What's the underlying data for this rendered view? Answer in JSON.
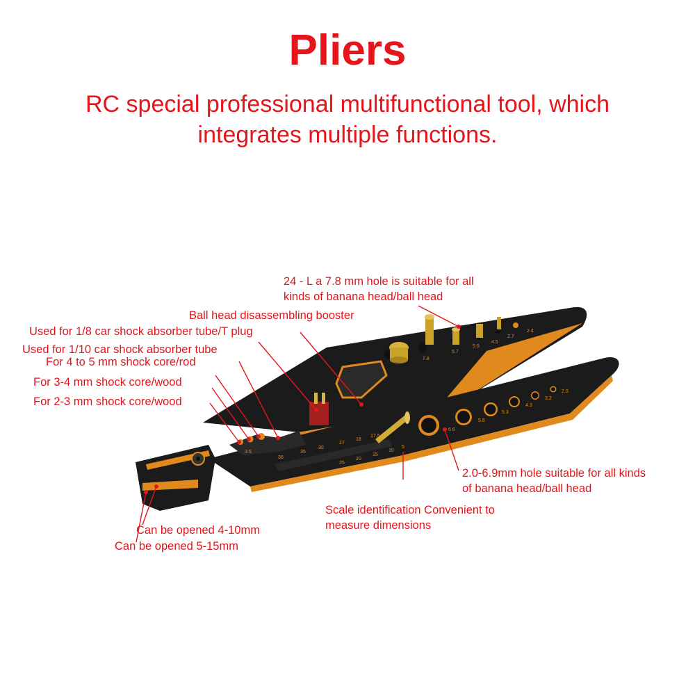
{
  "heading": {
    "title": "Pliers",
    "subtitle": "RC special professional multifunctional tool, which integrates multiple functions."
  },
  "colors": {
    "accent_text": "#e4151b",
    "tool_body": "#1c1b1c",
    "tool_trim": "#e08a1e",
    "brass": "#c9a227"
  },
  "callouts": {
    "hole_78": [
      "24 - L a 7.8 mm hole is suitable for all",
      "kinds of banana head/ball head"
    ],
    "ball_head": "Ball head disassembling booster",
    "tube_18": "Used for 1/8 car shock absorber tube/T plug",
    "tube_110": "Used for 1/10 car shock absorber tube",
    "core_4_5": "For 4 to 5 mm shock core/rod",
    "core_3_4": "For 3-4 mm shock core/wood",
    "core_2_3": "For 2-3 mm shock core/wood",
    "holes_range": [
      "2.0-6.9mm hole suitable for all kinds",
      "of banana head/ball head"
    ],
    "scale": [
      "Scale identification Convenient to",
      "measure dimensions"
    ],
    "open_4_10": "Can be opened 4-10mm",
    "open_5_15": "Can be opened 5-15mm"
  },
  "tool_markings": {
    "upper_holes": [
      "7.8",
      "5.7",
      "5.0",
      "4.5",
      "2.7",
      "2.4"
    ],
    "lower_holes": [
      "6.6",
      "5.6",
      "5.3",
      "4.3",
      "3.2",
      "2.0"
    ],
    "scale_top": [
      "38",
      "35",
      "30",
      "27",
      "18",
      "17.5"
    ],
    "scale_bottom": [
      "25",
      "20",
      "15",
      "10",
      "5"
    ],
    "notch": "3.5"
  }
}
